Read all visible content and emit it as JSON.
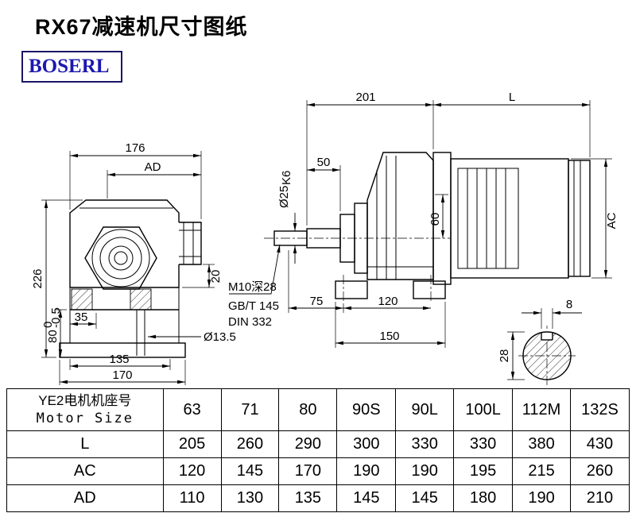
{
  "page": {
    "title": "RX67减速机尺寸图纸",
    "logo": "BOSERL"
  },
  "front": {
    "w176": "176",
    "ad": "AD",
    "h226": "226",
    "h80": "80",
    "tol_up": "0",
    "tol_dn": "-0.5",
    "h20": "20",
    "w35": "35",
    "w135": "135",
    "w170": "170",
    "hole": "Ø13.5"
  },
  "side": {
    "w201": "201",
    "L": "L",
    "w50": "50",
    "shaft_d": "Ø25",
    "shaft_fit": "K6",
    "h60": "60",
    "ac": "AC",
    "m10": "M10深28",
    "gbt": "GB/T 145",
    "din": "DIN 332",
    "w75": "75",
    "w120": "120",
    "w150": "150"
  },
  "key": {
    "w8": "8",
    "h28": "28"
  },
  "table": {
    "header_cn": "YE2电机机座号",
    "header_en": "Motor Size",
    "sizes": [
      "63",
      "71",
      "80",
      "90S",
      "90L",
      "100L",
      "112M",
      "132S"
    ],
    "rows": [
      {
        "label": "L",
        "values": [
          "205",
          "260",
          "290",
          "300",
          "330",
          "330",
          "380",
          "430"
        ]
      },
      {
        "label": "AC",
        "values": [
          "120",
          "145",
          "170",
          "190",
          "190",
          "195",
          "215",
          "260"
        ]
      },
      {
        "label": "AD",
        "values": [
          "110",
          "130",
          "135",
          "145",
          "145",
          "180",
          "190",
          "210"
        ]
      }
    ]
  }
}
